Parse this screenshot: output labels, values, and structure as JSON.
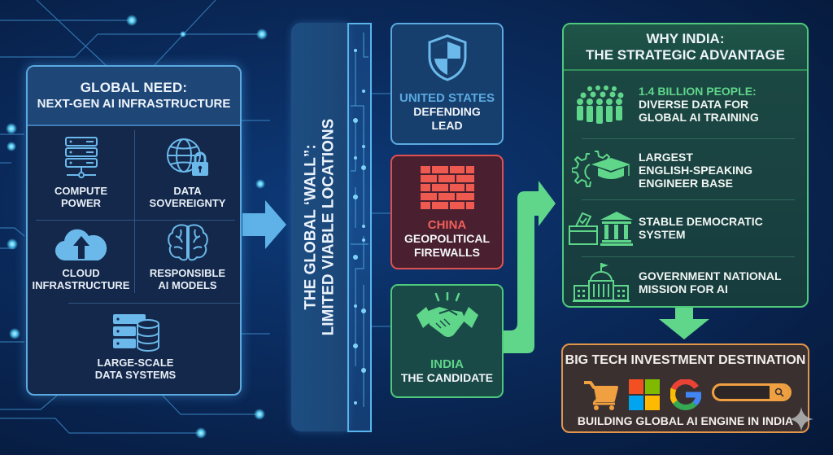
{
  "left_panel": {
    "title_line1": "GLOBAL NEED:",
    "title_line2": "NEXT-GEN AI INFRASTRUCTURE",
    "items": [
      {
        "label_line1": "COMPUTE",
        "label_line2": "POWER",
        "icon": "server-rack-icon"
      },
      {
        "label_line1": "DATA",
        "label_line2": "SOVEREIGNTY",
        "icon": "globe-lock-icon"
      },
      {
        "label_line1": "CLOUD",
        "label_line2": "INFRASTRUCTURE",
        "icon": "cloud-upload-icon"
      },
      {
        "label_line1": "RESPONSIBLE",
        "label_line2": "AI MODELS",
        "icon": "brain-icon"
      },
      {
        "label_line1": "LARGE-SCALE",
        "label_line2": "DATA SYSTEMS",
        "icon": "database-icon"
      }
    ]
  },
  "wall": {
    "line1": "THE GLOBAL ‘WALL”:",
    "line2": "LIMITED VIABLE LOCATIONS"
  },
  "countries": [
    {
      "name": "UNITED STATES",
      "sub_line1": "DEFENDING",
      "sub_line2": "LEAD",
      "icon": "shield-icon",
      "color": "#5aa9e0"
    },
    {
      "name": "CHINA",
      "sub_line1": "GEOPOLITICAL",
      "sub_line2": "FIREWALLS",
      "icon": "brick-wall-icon",
      "color": "#e0504e"
    },
    {
      "name": "INDIA",
      "sub_line1": "THE CANDIDATE",
      "sub_line2": "",
      "icon": "handshake-icon",
      "color": "#4fc97a"
    }
  ],
  "right_panel": {
    "title_line1": "WHY INDIA:",
    "title_line2": "THE STRATEGIC ADVANTAGE",
    "advantages": [
      {
        "highlight": "1.4 BILLION PEOPLE:",
        "line1": "DIVERSE DATA FOR",
        "line2": "GLOBAL AI TRAINING",
        "icon": "crowd-icon"
      },
      {
        "highlight": "",
        "line1": "LARGEST",
        "line2": "ENGLISH-SPEAKING",
        "line3": "ENGINEER BASE",
        "icon": "gear-graduation-cap-icon"
      },
      {
        "highlight": "",
        "line1": "STABLE DEMOCRATIC",
        "line2": "SYSTEM",
        "icon": "ballot-box-institution-icon"
      },
      {
        "highlight": "",
        "line1": "GOVERNMENT NATIONAL",
        "line2": "MISSION FOR AI",
        "icon": "capitol-building-icon"
      }
    ]
  },
  "big_tech": {
    "title": "BIG TECH INVESTMENT DESTINATION",
    "footer": "BUILDING GLOBAL AI ENGINE IN INDIA",
    "logos": [
      "shopping-cart-icon",
      "windows-logo-icon",
      "google-g-logo-icon",
      "search-bar-icon"
    ]
  },
  "colors": {
    "background": "#0a2a5c",
    "blue_accent": "#5aa9e0",
    "red_accent": "#e0504e",
    "green_accent": "#4fc97a",
    "orange_accent": "#e3964a"
  }
}
